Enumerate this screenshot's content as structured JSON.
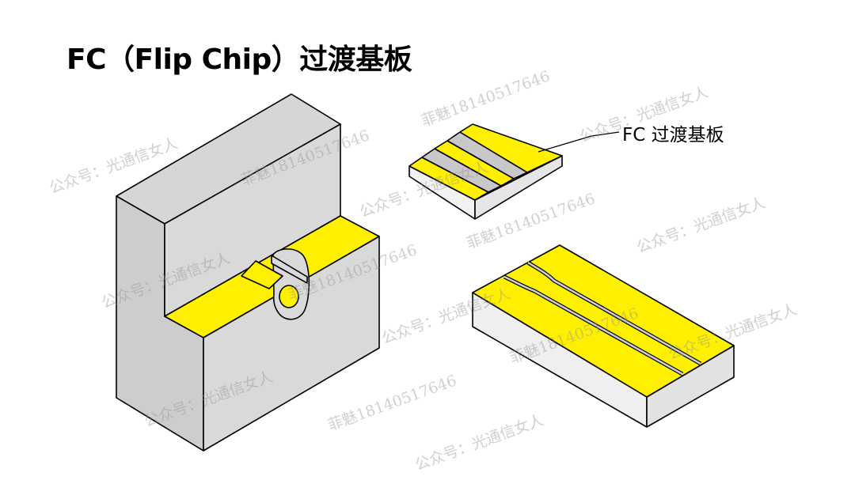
{
  "title": "FC（Flip Chip）过渡基板",
  "callout_label": "FC 过渡基板",
  "colors": {
    "gold": "#FFF000",
    "gray_face": "#D9D9D9",
    "gray_dark": "#C8C8C8",
    "white_side": "#EFEFEF",
    "outline": "#000000"
  },
  "watermarks": {
    "account": "公众号：光通信女人",
    "contact": "菲魅18140517646"
  }
}
